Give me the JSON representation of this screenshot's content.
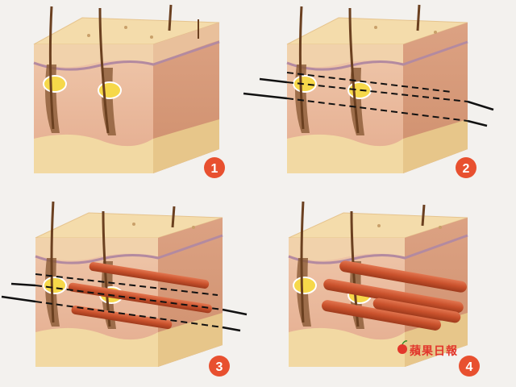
{
  "panels": [
    {
      "step": "1",
      "stage": "skin"
    },
    {
      "step": "2",
      "stage": "threads-inserted"
    },
    {
      "step": "3",
      "stage": "collagen-forming"
    },
    {
      "step": "4",
      "stage": "collagen-complete"
    }
  ],
  "watermark": {
    "text": "蘋果日報"
  },
  "colors": {
    "background": "#f3f1ee",
    "epidermis_top": "#f4dcab",
    "dermis_front": "#e8b79c",
    "dermis_side": "#d49877",
    "fat": "#f2d9a3",
    "hair": "#6b4020",
    "follicle_gland": "#f6d84a",
    "thread": "#111111",
    "collagen_fiber": "#c9512c",
    "step_badge": "#e8502f",
    "watermark": "#e2362b"
  }
}
